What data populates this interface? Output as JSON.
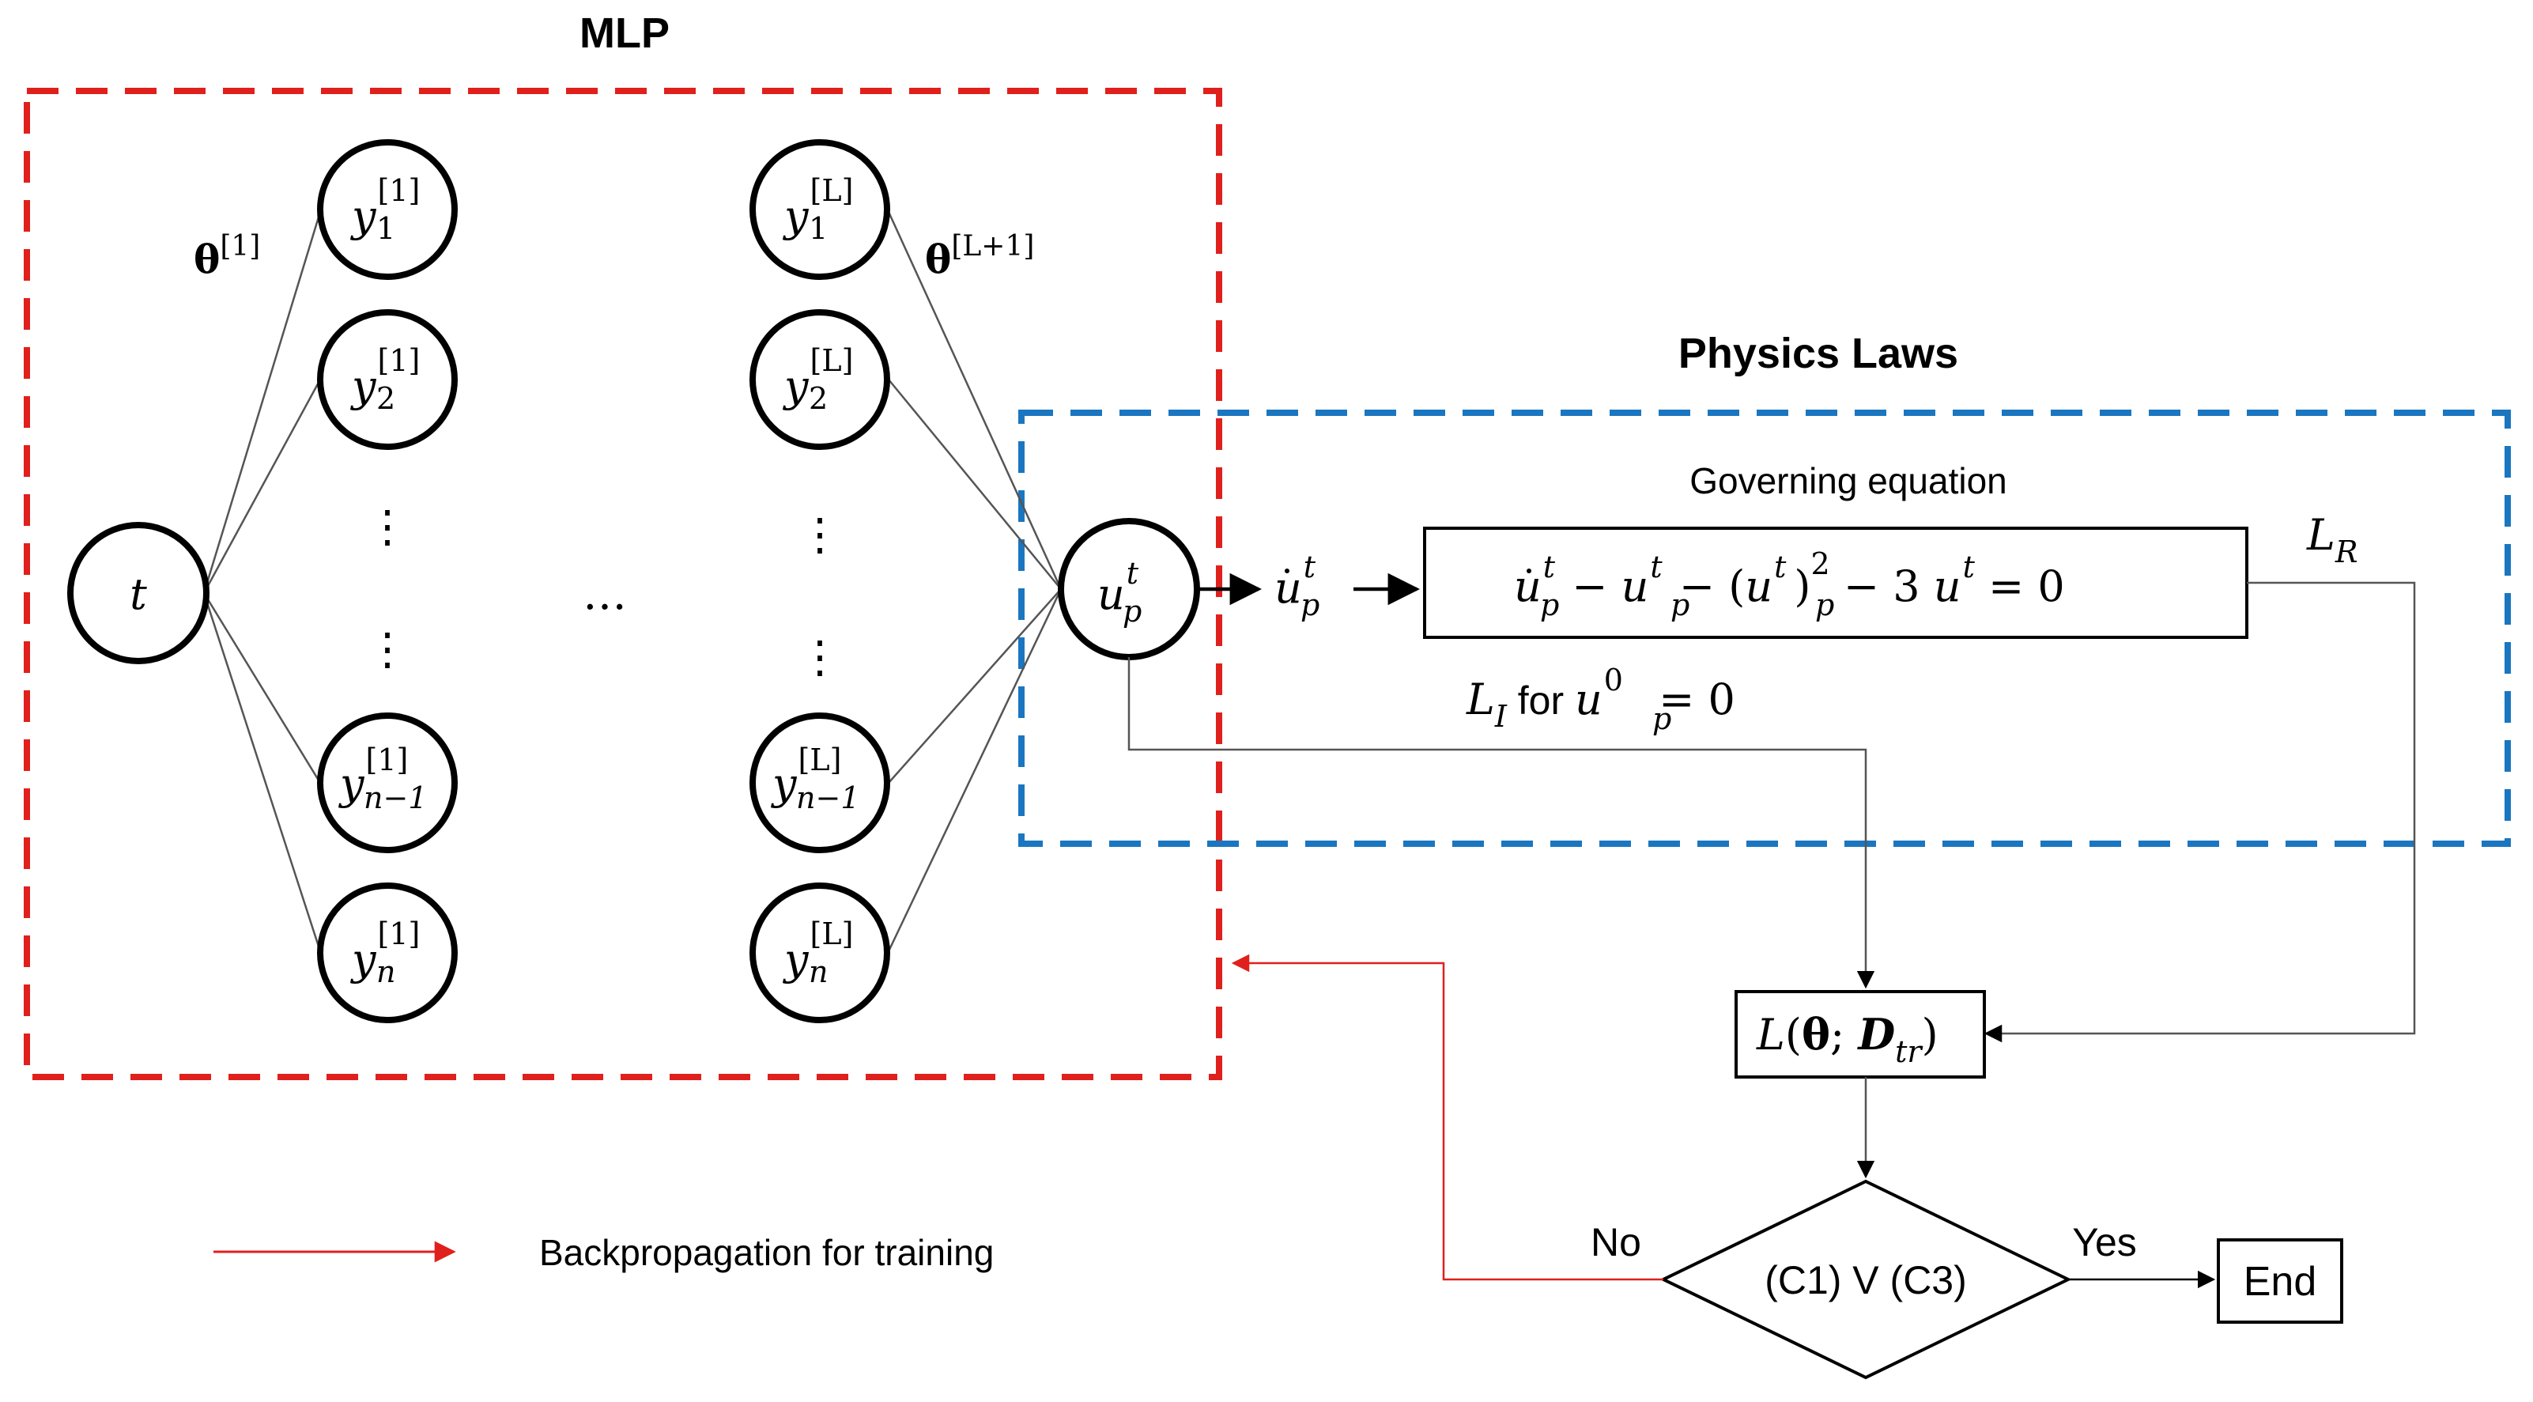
{
  "titles": {
    "mlp": "MLP",
    "physics": "Physics Laws",
    "governing": "Governing equation"
  },
  "input_node": {
    "label": "t"
  },
  "weights": {
    "first": {
      "base": "θ",
      "sup": "[1]"
    },
    "last": {
      "base": "θ",
      "sup": "[L+1]"
    }
  },
  "hidden_first": [
    {
      "base": "y",
      "sup": "[1]",
      "sub": "1"
    },
    {
      "base": "y",
      "sup": "[1]",
      "sub": "2"
    },
    {
      "base": "y",
      "sup": "[1]",
      "sub": "n−1"
    },
    {
      "base": "y",
      "sup": "[1]",
      "sub": "n"
    }
  ],
  "hidden_last": [
    {
      "base": "y",
      "sup": "[L]",
      "sub": "1"
    },
    {
      "base": "y",
      "sup": "[L]",
      "sub": "2"
    },
    {
      "base": "y",
      "sup": "[L]",
      "sub": "n−1"
    },
    {
      "base": "y",
      "sup": "[L]",
      "sub": "n"
    }
  ],
  "vertical_dots": "⋮",
  "horizontal_dots": "…",
  "output_node": {
    "base": "u",
    "sup": "t",
    "sub": "p"
  },
  "derivative_label": {
    "base": "u",
    "sup": "t",
    "sub": "p"
  },
  "equation": {
    "t1": "u",
    "t1_sup": "t",
    "t1_sub": "p",
    "op1": " − ",
    "t2": "u",
    "t2_sup": "t",
    "t2_sub": "p",
    "op2": " − ",
    "t3_open": "(",
    "t3": "u",
    "t3_sup": "t",
    "t3_sub": "p",
    "t3_close": ")",
    "t3_pow": "2",
    "op3": " − 3 ",
    "t4": "u",
    "t4_sup": "t",
    "rhs": " = 0"
  },
  "residual_loss": {
    "base": "L",
    "sub": "R"
  },
  "initial_loss": {
    "base": "L",
    "sub": "I",
    "text": " for ",
    "cond_base": "u",
    "cond_sup": "0",
    "cond_sub": "p",
    "cond_rhs": " = 0"
  },
  "total_loss": {
    "L": "L",
    "open": "(",
    "theta": "θ",
    "sep": "; ",
    "D": "D",
    "D_sub": "tr",
    "close": ")"
  },
  "decision": {
    "label": "(C1) V (C3)",
    "no": "No",
    "yes": "Yes"
  },
  "end": {
    "label": "End"
  },
  "legend": {
    "label": "Backpropagation for training"
  },
  "colors": {
    "mlp_box": "#e0201c",
    "physics_box": "#1a76c0",
    "backprop": "#e0201c",
    "ink": "#000000",
    "wire": "#555555"
  }
}
